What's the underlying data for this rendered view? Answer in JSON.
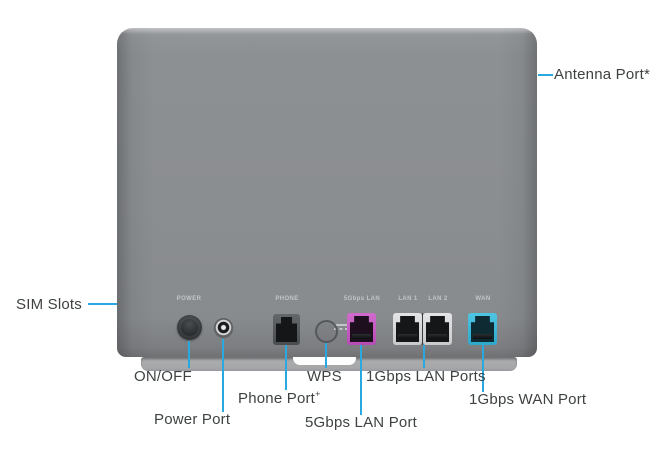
{
  "colors": {
    "accent_blue": "#2aa9e0",
    "body_gray": "#8b8e91",
    "lan_5g_magenta": "#c159be",
    "wan_cyan": "#3bbcdc",
    "label_text": "#3e4243",
    "panel_label_text": "#c3c6c8"
  },
  "device": {
    "name": "router-back-panel",
    "panel_labels": {
      "power": "POWER",
      "phone": "PHONE",
      "lan5g": "5Gbps LAN",
      "lan1": "LAN 1",
      "lan2": "LAN 2",
      "wan": "WAN"
    },
    "icons": {
      "dc_power": "⎓",
      "wps": "⚡"
    }
  },
  "callouts": {
    "sim_slots": {
      "label": "SIM Slots"
    },
    "antenna": {
      "label": "Antenna Port*"
    },
    "on_off": {
      "label": "ON/OFF"
    },
    "power_port": {
      "label": "Power Port"
    },
    "phone_port": {
      "label": "Phone Port",
      "sup": "+"
    },
    "wps": {
      "label": "WPS"
    },
    "lan_5g": {
      "label": "5Gbps LAN Port"
    },
    "lan_1g": {
      "label": "1Gbps LAN Ports"
    },
    "wan_1g": {
      "label": "1Gbps WAN Port"
    }
  }
}
